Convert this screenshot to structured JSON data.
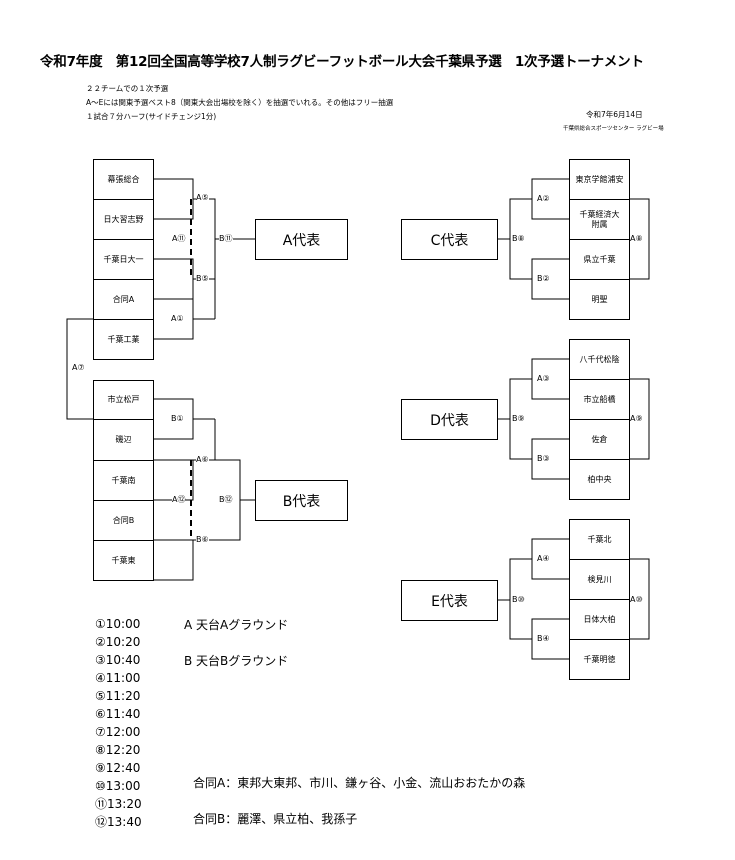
{
  "title": "令和7年度　第12回全国高等学校7人制ラグビーフットボール大会千葉県予選　1次予選トーナメント",
  "notes": [
    "２２チームでの１次予選",
    "A〜Eには関東予選ベスト8（関東大会出場校を除く）を抽選でいれる。その他はフリー抽選",
    "１試合７分ハーフ(サイドチェンジ1分)"
  ],
  "date": "令和7年6月14日",
  "venue": "千葉県総合スポーツセンター ラグビー場",
  "teams": {
    "makuhari": "幕張総合",
    "nichidai_narashino": "日大習志野",
    "chiba_nichidai1": "千葉日大一",
    "goudou_a": "合同A",
    "chiba_kougyou": "千葉工業",
    "shiritsu_matsudo": "市立松戸",
    "isobe": "磯辺",
    "chiba_minami": "千葉南",
    "goudou_b": "合同B",
    "chiba_higashi": "千葉東",
    "tokyo_gakkan": "東京学館浦安",
    "chiba_keizai": "千葉経済大附属",
    "kenritsu_chiba": "県立千葉",
    "meisei": "明聖",
    "yachiyo": "八千代松陰",
    "funabashi": "市立船橋",
    "sakura": "佐倉",
    "kashiwa_chuo": "柏中央",
    "chiba_kita": "千葉北",
    "kemigawa": "検見川",
    "nittai_kashiwa": "日体大柏",
    "chiba_meitoku": "千葉明徳"
  },
  "matches": {
    "a5": "A⑤",
    "a11": "A⑪",
    "b11": "B⑪",
    "b5": "B⑤",
    "a1": "A①",
    "a7": "A⑦",
    "b1": "B①",
    "a6": "A⑥",
    "a12": "A⑫",
    "b12": "B⑫",
    "b6": "B⑥",
    "a2": "A②",
    "b8": "B⑧",
    "a8": "A⑧",
    "b2": "B②",
    "a3": "A③",
    "b9": "B⑨",
    "a9": "A⑨",
    "b3": "B③",
    "a4": "A④",
    "b10": "B⑩",
    "a10": "A⑩",
    "b4": "B④"
  },
  "reps": {
    "a": "A代表",
    "b": "B代表",
    "c": "C代表",
    "d": "D代表",
    "e": "E代表"
  },
  "schedule": [
    "①10:00",
    "②10:20",
    "③10:40",
    "④11:00",
    "⑤11:20",
    "⑥11:40",
    "⑦12:00",
    "⑧12:20",
    "⑨12:40",
    "⑩13:00",
    "⑪13:20",
    "⑫13:40"
  ],
  "fields": {
    "a": "A 天台Aグラウンド",
    "b": "B 天台Bグラウンド"
  },
  "joint_teams": {
    "a": "合同A：東邦大東邦、市川、鎌ヶ谷、小金、流山おおたかの森",
    "b": "合同B：麗澤、県立柏、我孫子"
  }
}
